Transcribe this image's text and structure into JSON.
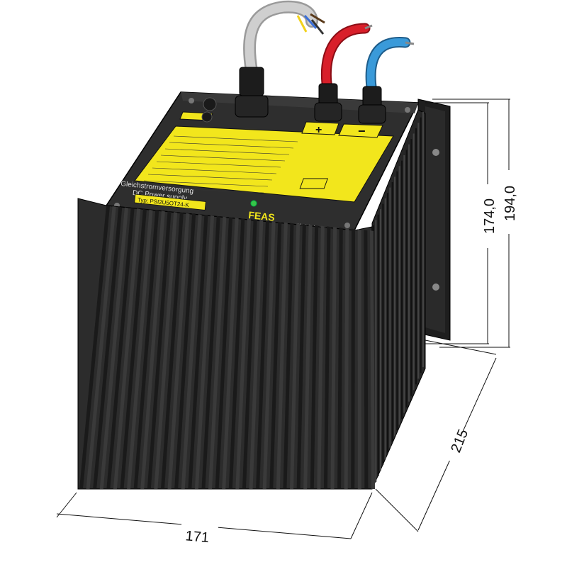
{
  "product": {
    "heading_de": "Gleichstromversorgung",
    "heading_en": "DC Power supply",
    "type_label": "Typ: PSI2U5OT24-K",
    "brand": "FEAS",
    "made_in": "Made in Germany",
    "polarity_plus": "+",
    "polarity_minus": "−"
  },
  "dimensions": {
    "width": "171",
    "depth": "215",
    "height_inner": "174,0",
    "height_outer": "194,0"
  },
  "colors": {
    "body": "#2b2b2b",
    "fin_face": "#3a3a3a",
    "fin_edge": "#141414",
    "label_yellow": "#f2e61c",
    "wire_red": "#d81f2a",
    "wire_blue": "#3a9ad9",
    "wire_grey": "#cfcfcf",
    "led_green": "#39c44a"
  },
  "icons": [
    "ce-mark-icon",
    "class2-mark-icon",
    "led-icon",
    "cable-gland-icon"
  ]
}
